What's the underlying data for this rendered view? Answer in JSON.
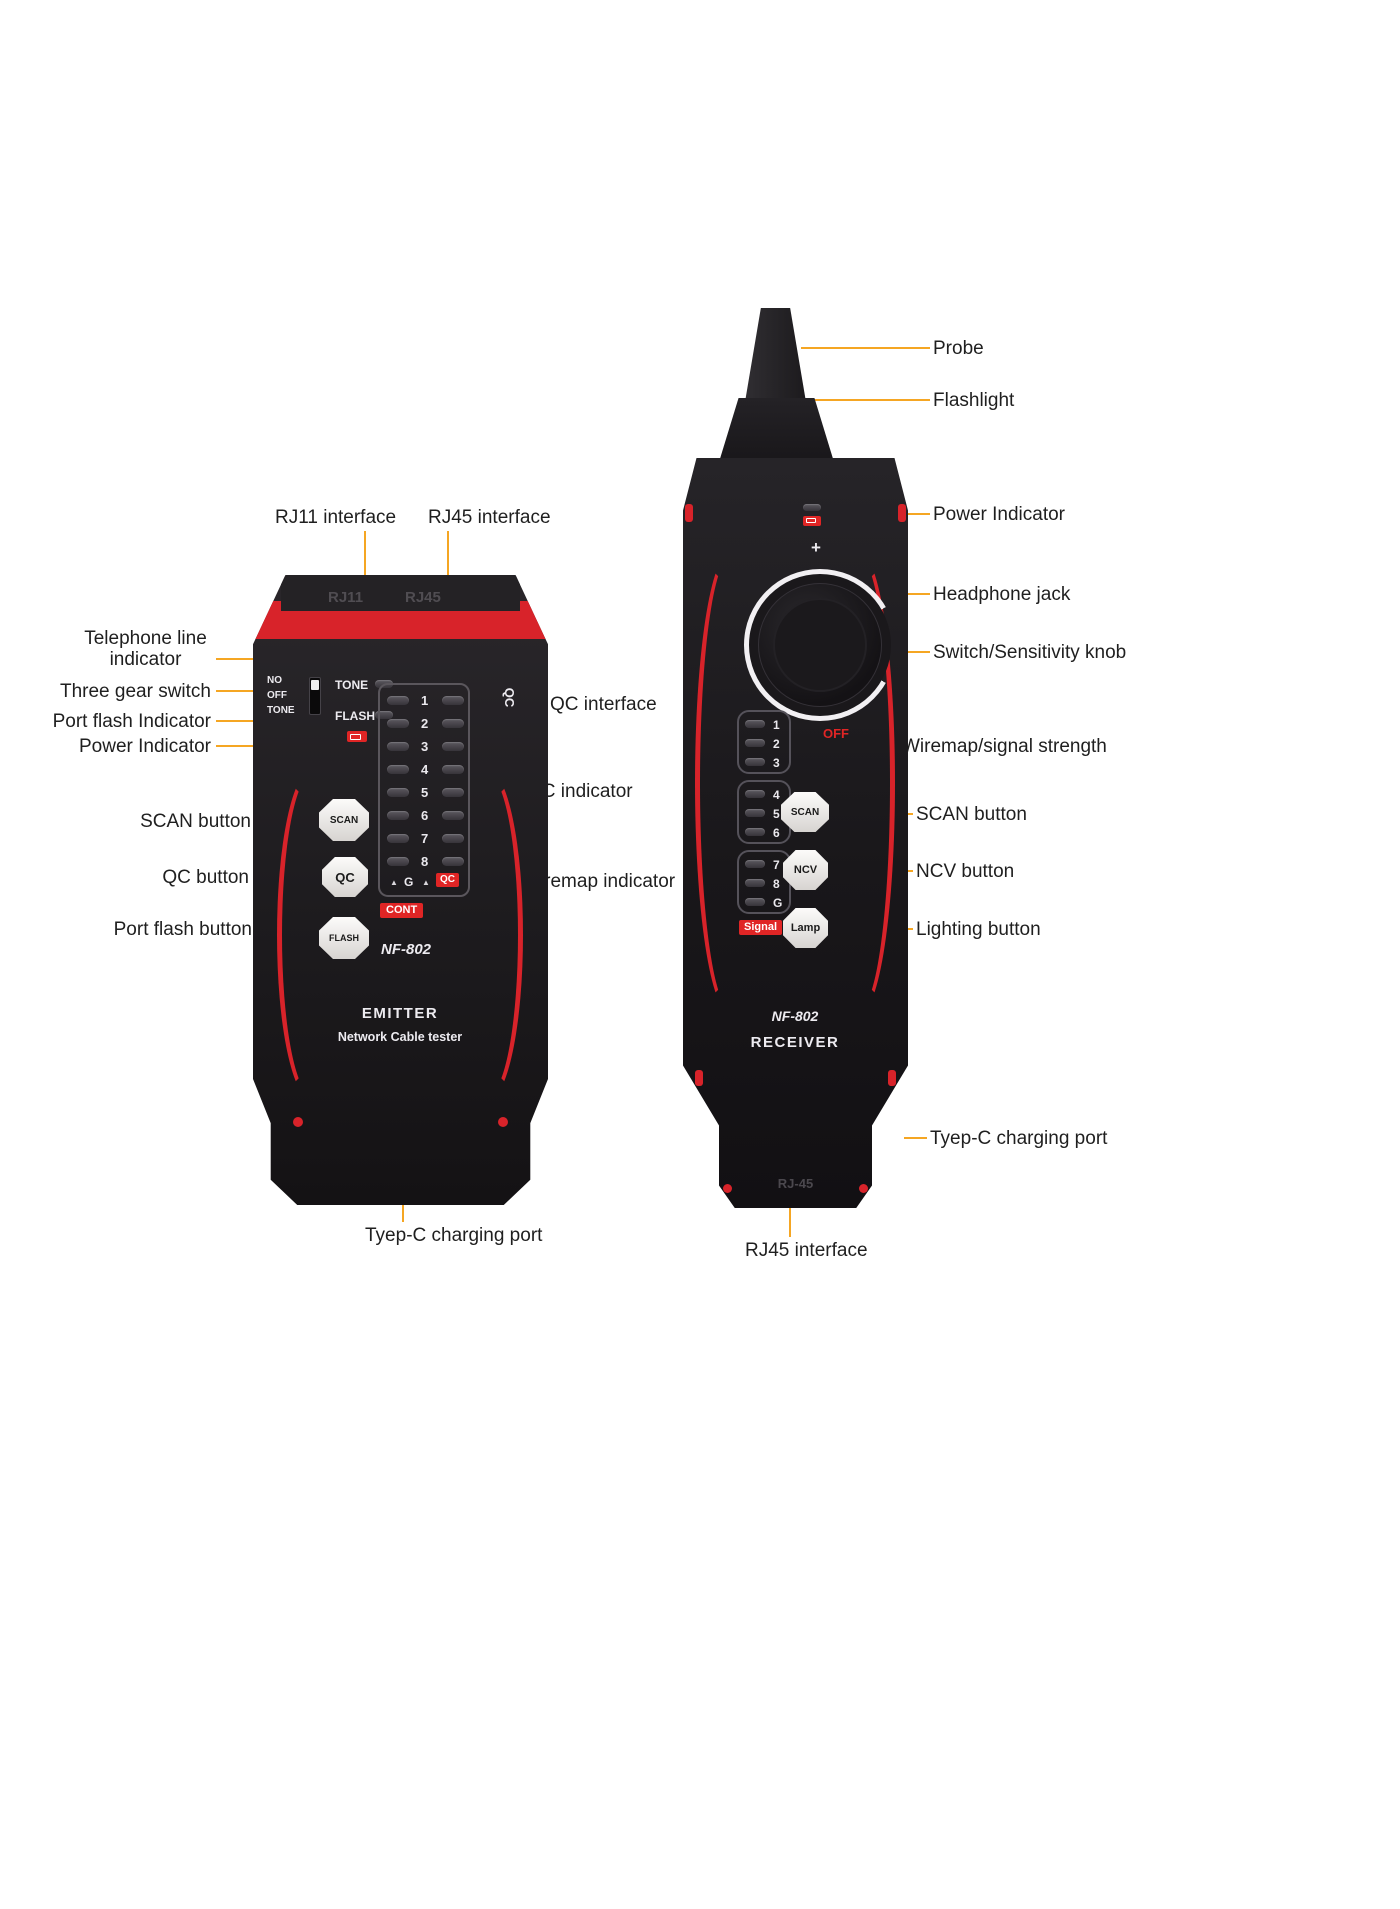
{
  "emitter": {
    "labels": {
      "rj11_interface": "RJ11 interface",
      "rj45_interface": "RJ45 interface",
      "telephone_line_1": "Telephone line",
      "telephone_line_2": "indicator",
      "three_gear_switch": "Three gear switch",
      "port_flash_indicator": "Port flash Indicator",
      "power_indicator": "Power Indicator",
      "scan_button": "SCAN button",
      "qc_button": "QC button",
      "port_flash_button": "Port flash button",
      "qc_interface": "QC interface",
      "qc_indicator": "QC indicator",
      "wiremap_indicator": "Wiremap indicator",
      "typec_port": "Tyep-C charging port"
    },
    "device": {
      "port_rj11": "RJ11",
      "port_rj45": "RJ45",
      "gear_no": "NO",
      "gear_off": "OFF",
      "gear_tone": "TONE",
      "tone_indicator": "TONE",
      "flash_indicator": "FLASH",
      "led_numbers": [
        "1",
        "2",
        "3",
        "4",
        "5",
        "6",
        "7",
        "8"
      ],
      "tri": "▲",
      "g_label": "G",
      "qc_badge": "QC",
      "cont_badge": "CONT",
      "btn_scan": "SCAN",
      "btn_qc": "QC",
      "btn_flash": "FLASH",
      "model": "NF-802",
      "name": "EMITTER",
      "subname": "Network Cable tester",
      "side_label": "QC"
    }
  },
  "receiver": {
    "labels": {
      "probe": "Probe",
      "flashlight": "Flashlight",
      "power_indicator": "Power Indicator",
      "headphone_jack": "Headphone jack",
      "sensitivity_knob": "Switch/Sensitivity knob",
      "wiremap_signal": "Wiremap/signal strength",
      "scan_button": "SCAN button",
      "ncv_button": "NCV button",
      "lighting_button": "Lighting button",
      "typec_port": "Tyep-C charging port",
      "rj45_interface": "RJ45 interface"
    },
    "device": {
      "plus": "+",
      "off": "OFF",
      "led_groups": [
        [
          "1",
          "2",
          "3"
        ],
        [
          "4",
          "5",
          "6"
        ],
        [
          "7",
          "8",
          "G"
        ]
      ],
      "signal_badge": "Signal",
      "btn_scan": "SCAN",
      "btn_ncv": "NCV",
      "btn_lamp": "Lamp",
      "model": "NF-802",
      "name": "RECEIVER",
      "bottom_port": "RJ-45"
    }
  },
  "colors": {
    "callout_line": "#F5A623",
    "device_red": "#D8232A",
    "badge_red": "#E02525"
  }
}
